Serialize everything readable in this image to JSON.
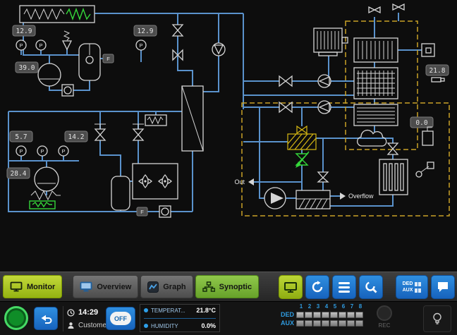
{
  "colors": {
    "pipe_blue": "#5a92cc",
    "zone_yellow": "#c9a227",
    "active_green": "#a6c81e",
    "button_blue": "#1e7ad4",
    "signal_green": "#35d73a"
  },
  "diagram": {
    "gauge_label": "P",
    "flow_label": "F",
    "badges": [
      {
        "value": "12.9"
      },
      {
        "value": "39.0"
      },
      {
        "value": "12.9"
      },
      {
        "value": "21.8"
      },
      {
        "value": "5.7"
      },
      {
        "value": "14.2"
      },
      {
        "value": "28.4"
      },
      {
        "value": "0.0"
      }
    ],
    "labels": {
      "out": "Out",
      "overflow": "Overflow"
    }
  },
  "toolbar": {
    "tabs": [
      {
        "label": "Monitor"
      },
      {
        "label": "Overview"
      },
      {
        "label": "Graph"
      },
      {
        "label": "Synoptic"
      }
    ],
    "ded_aux": {
      "line1": "DED",
      "line2": "AUX"
    }
  },
  "statusbar": {
    "time": "14:29",
    "user": "Customer",
    "off": "OFF",
    "readouts": [
      {
        "label": "TEMPERAT...",
        "value": "21.8°C"
      },
      {
        "label": "HUMIDITY",
        "value": "0.0%"
      }
    ],
    "channel_numbers": [
      "1",
      "2",
      "3",
      "4",
      "5",
      "6",
      "7",
      "8"
    ],
    "rows": [
      {
        "label": "DED"
      },
      {
        "label": "AUX"
      }
    ],
    "rec": "REC"
  }
}
